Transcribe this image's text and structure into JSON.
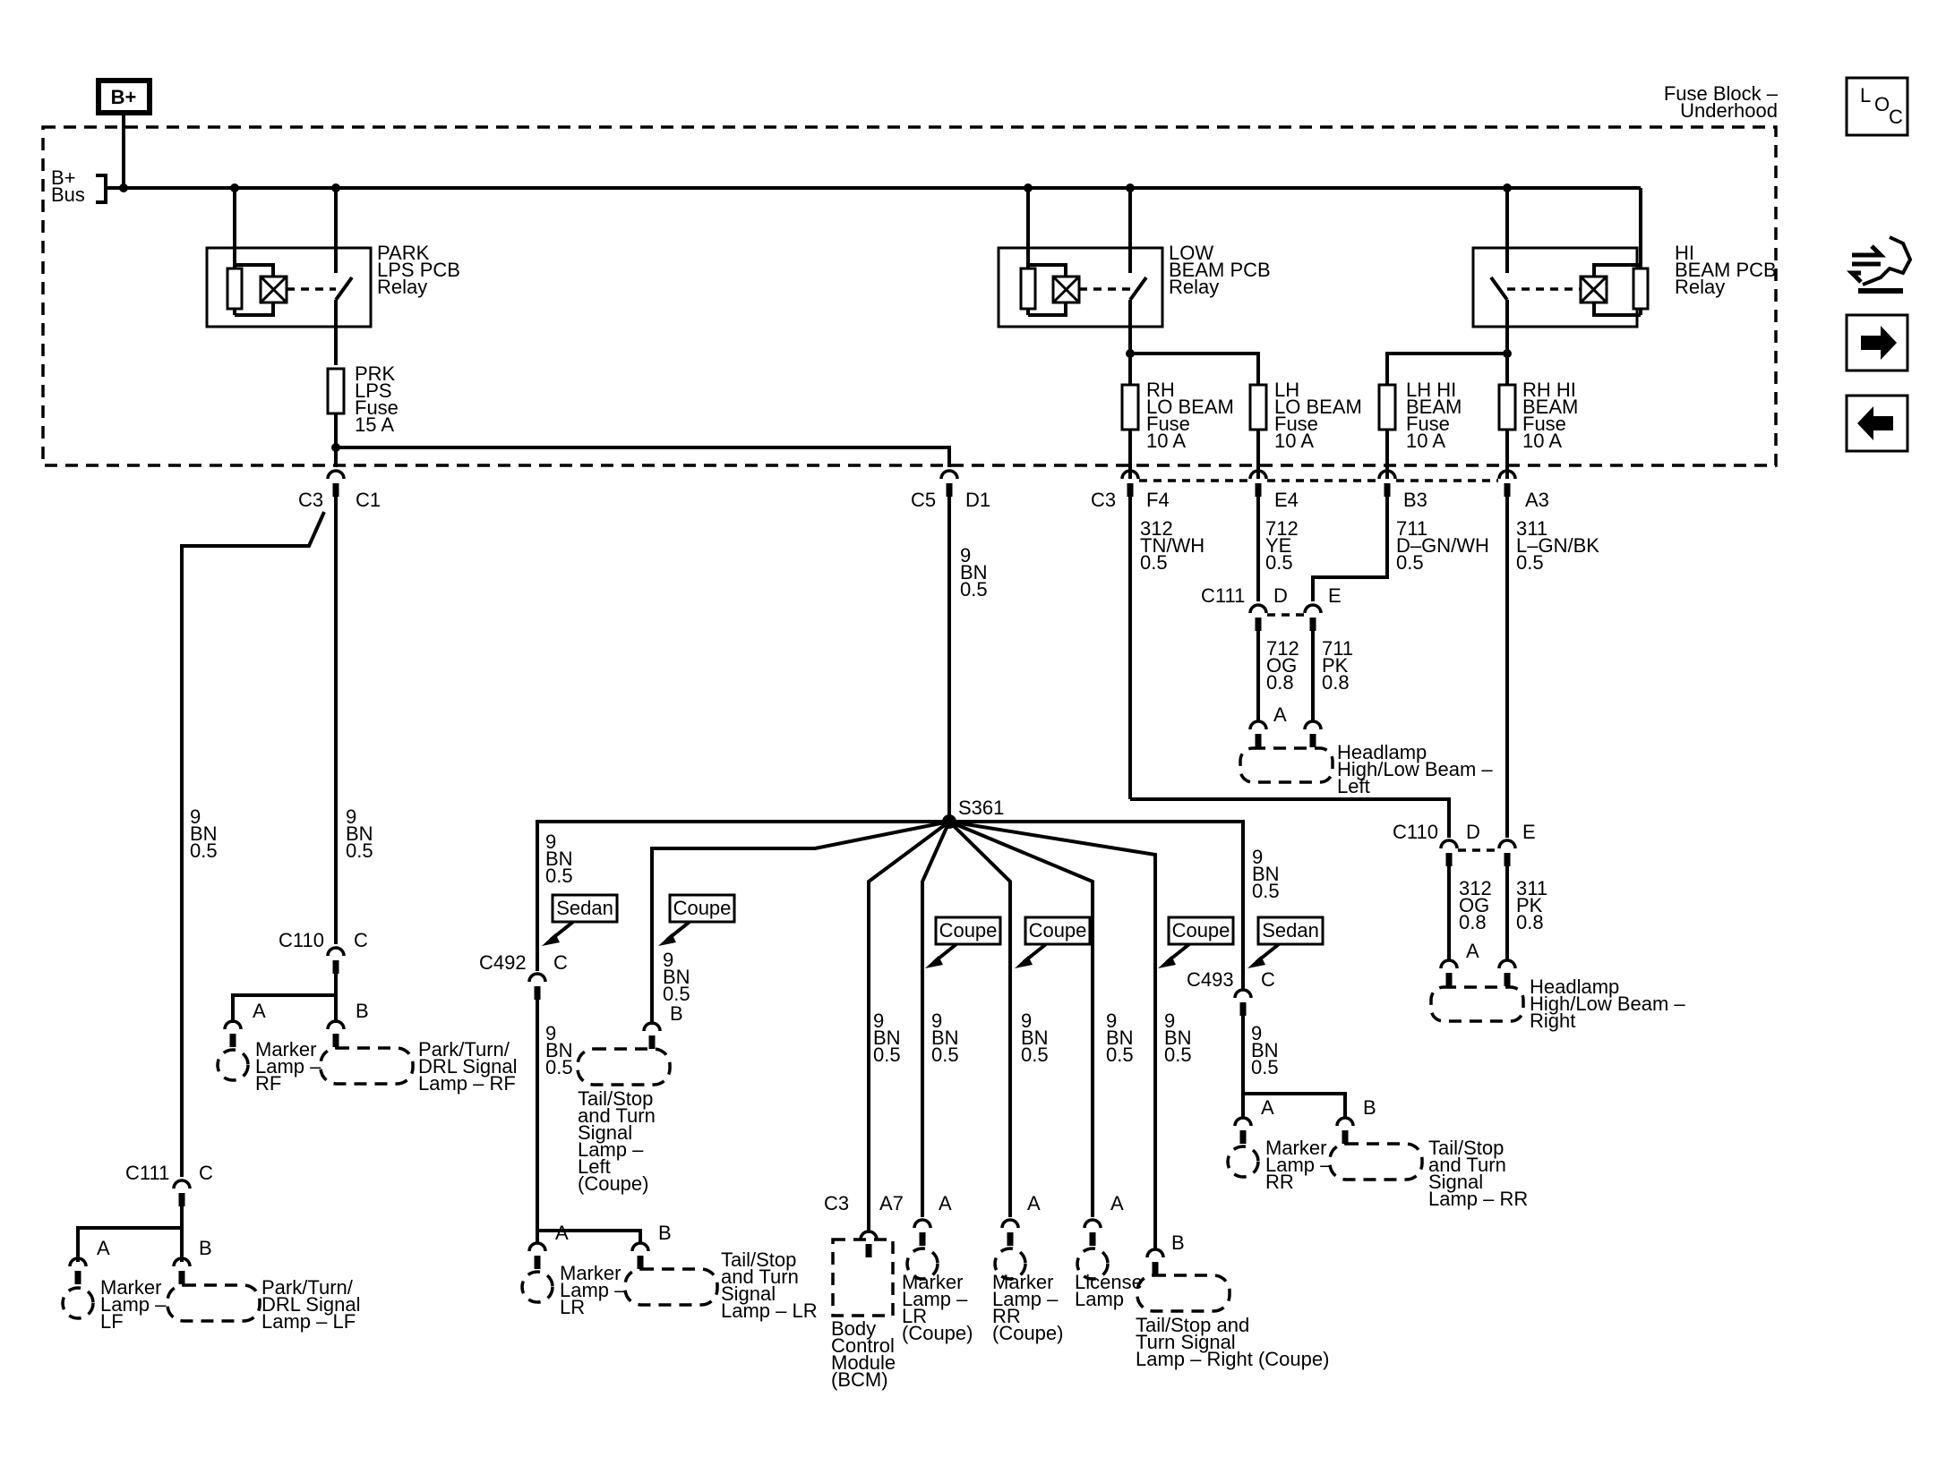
{
  "source": {
    "label": "B+",
    "bus": "B+\nBus"
  },
  "fuse_block": {
    "label": "Fuse Block –\nUnderhood"
  },
  "nav": {
    "loc": [
      "L",
      "O",
      "C"
    ],
    "icons": [
      "car-wrench-icon",
      "arrow-right-icon",
      "arrow-left-icon"
    ]
  },
  "relays": {
    "park": "PARK\nLPS PCB\nRelay",
    "low": "LOW\nBEAM PCB\nRelay",
    "hi": "HI\nBEAM PCB\nRelay"
  },
  "fuses": {
    "prk": "PRK\nLPS\nFuse\n15 A",
    "rh_lo": "RH\nLO BEAM\nFuse\n10 A",
    "lh_lo": "LH\nLO BEAM\nFuse\n10 A",
    "lh_hi": "LH HI\nBEAM\nFuse\n10 A",
    "rh_hi": "RH HI\nBEAM\nFuse\n10 A"
  },
  "connector_labels": {
    "c3_left": "C3",
    "c1": "C1",
    "c5": "C5",
    "d1": "D1",
    "c3_right": "C3",
    "f4": "F4",
    "e4": "E4",
    "b3": "B3",
    "a3": "A3",
    "c111_top": "C111",
    "c111_d": "D",
    "c111_e": "E",
    "hl_left_a": "A",
    "c110_right": "C110",
    "c110_d": "D",
    "c110_e": "E",
    "hl_right_a": "A",
    "c110_left": "C110",
    "c110_left_c": "C",
    "rf_a": "A",
    "rf_b": "B",
    "c111_left": "C111",
    "c111_left_c": "C",
    "lf_a": "A",
    "lf_b": "B",
    "c492": "C492",
    "c492_c": "C",
    "tail_left_b": "B",
    "lr_a": "A",
    "lr_b": "B",
    "bcm_c3": "C3",
    "bcm_a7": "A7",
    "mlr_a": "A",
    "mrr_a": "A",
    "lic_a": "A",
    "trr_b": "B",
    "c493": "C493",
    "c493_c": "C",
    "rr_a": "A",
    "rr_b": "B",
    "splice": "S361"
  },
  "wires": {
    "w312": "312\nTN/WH\n0.5",
    "w712": "712\nYE\n0.5",
    "w711": "711\nD–GN/WH\n0.5",
    "w311": "311\nL–GN/BK\n0.5",
    "w712og": "712\nOG\n0.8",
    "w711pk": "711\nPK\n0.8",
    "w312og": "312\nOG\n0.8",
    "w311pk": "311\nPK\n0.8",
    "d1_down": "9\nBN\n0.5",
    "c1_down": "9\nBN\n0.5",
    "c3_down": "9\nBN\n0.5",
    "br_c492": "9\nBN\n0.5",
    "c492_down": "9\nBN\n0.5",
    "br_tail_left": "9\nBN\n0.5",
    "br_bcm": "9\nBN\n0.5",
    "br_mlr": "9\nBN\n0.5",
    "br_mrr": "9\nBN\n0.5",
    "br_lic": "9\nBN\n0.5",
    "br_trr": "9\nBN\n0.5",
    "br_c493": "9\nBN\n0.5",
    "c493_down": "9\nBN\n0.5"
  },
  "tags": {
    "sedan_left": "Sedan",
    "coupe_left": "Coupe",
    "coupe_mlr": "Coupe",
    "coupe_mrr": "Coupe",
    "coupe_trr": "Coupe",
    "sedan_right": "Sedan"
  },
  "components": {
    "hl_left": "Headlamp\nHigh/Low Beam –\nLeft",
    "hl_right": "Headlamp\nHigh/Low Beam –\nRight",
    "marker_rf": "Marker\nLamp –\nRF",
    "park_rf": "Park/Turn/\nDRL Signal\nLamp – RF",
    "marker_lf": "Marker\nLamp –\nLF",
    "park_lf": "Park/Turn/\nDRL Signal\nLamp – LF",
    "tail_left": "Tail/Stop\nand Turn\nSignal\nLamp –\nLeft\n(Coupe)",
    "marker_lr": "Marker\nLamp –\nLR",
    "tail_lr": "Tail/Stop\nand Turn\nSignal\nLamp – LR",
    "bcm": "Body\nControl\nModule\n(BCM)",
    "marker_lr_coupe": "Marker\nLamp –\nLR\n(Coupe)",
    "marker_rr_coupe": "Marker\nLamp –\nRR\n(Coupe)",
    "license": "License\nLamp",
    "tail_right_coupe": "Tail/Stop and\nTurn Signal\nLamp – Right (Coupe)",
    "marker_rr": "Marker\nLamp –\nRR",
    "tail_rr": "Tail/Stop\nand Turn\nSignal\nLamp – RR"
  }
}
